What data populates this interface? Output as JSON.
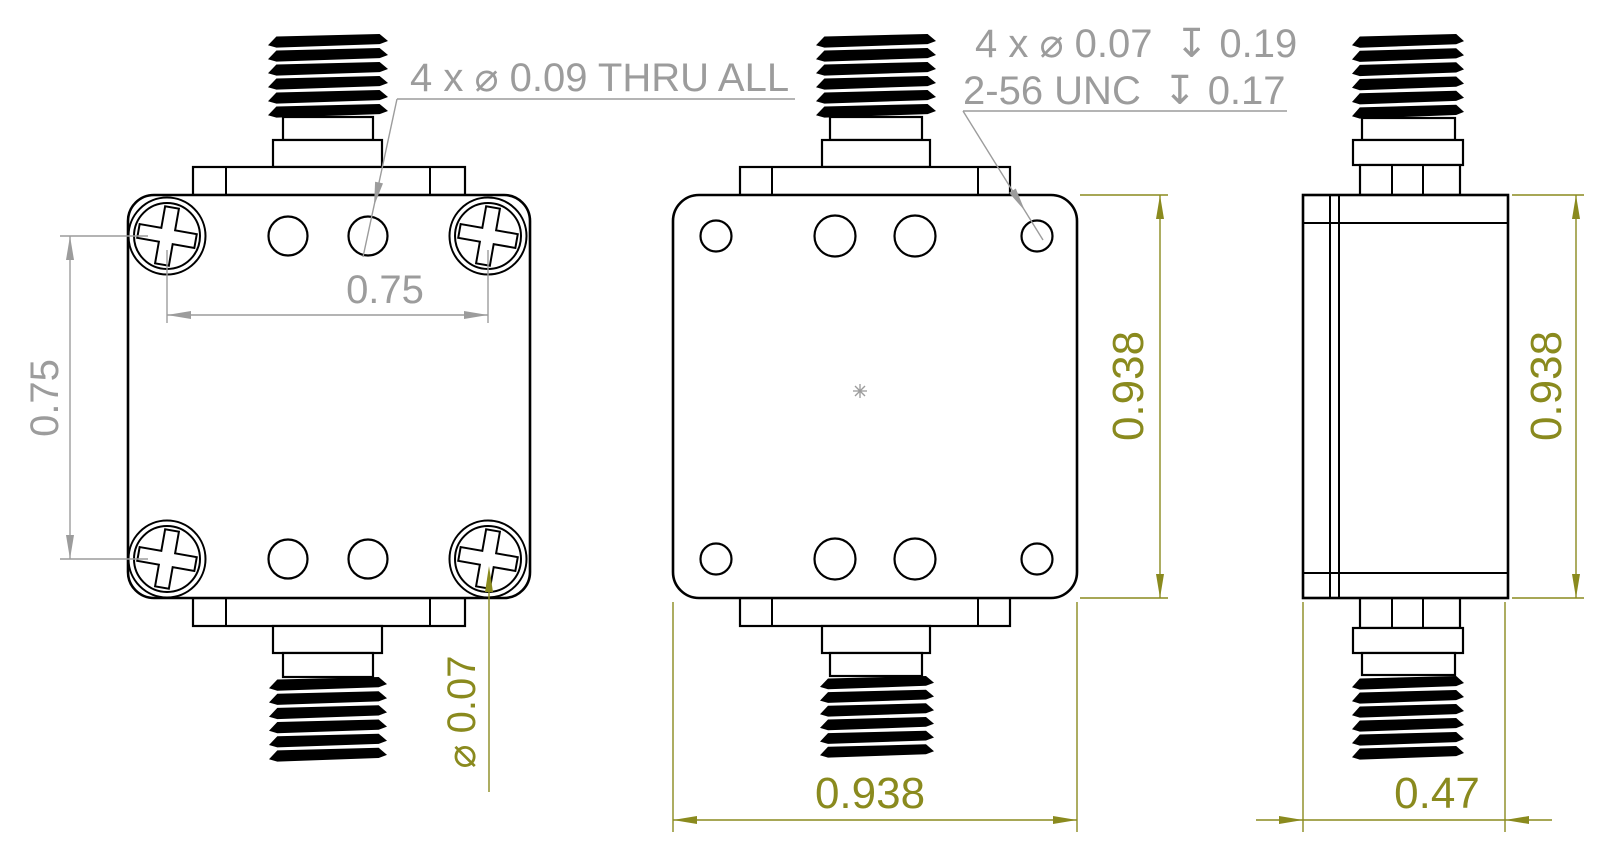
{
  "drawing": {
    "colors": {
      "line": "#000000",
      "note_gray": "#9c9c9c",
      "dim_olive": "#8a8a1e"
    },
    "notes": {
      "thru_holes": "4 x ⌀ 0.09 THRU ALL",
      "tapped_holes_line1": "4 x ⌀ 0.07  ↧ 0.19",
      "tapped_holes_line2": "2-56 UNC  ↧ 0.17"
    },
    "dims": {
      "front_hole_spacing_horizontal": "0.75",
      "front_hole_spacing_vertical": "0.75",
      "front_screw_leader_dia": "⌀ 0.07",
      "back_height": "0.938",
      "back_width": "0.938",
      "side_height": "0.938",
      "side_width": "0.47"
    }
  }
}
